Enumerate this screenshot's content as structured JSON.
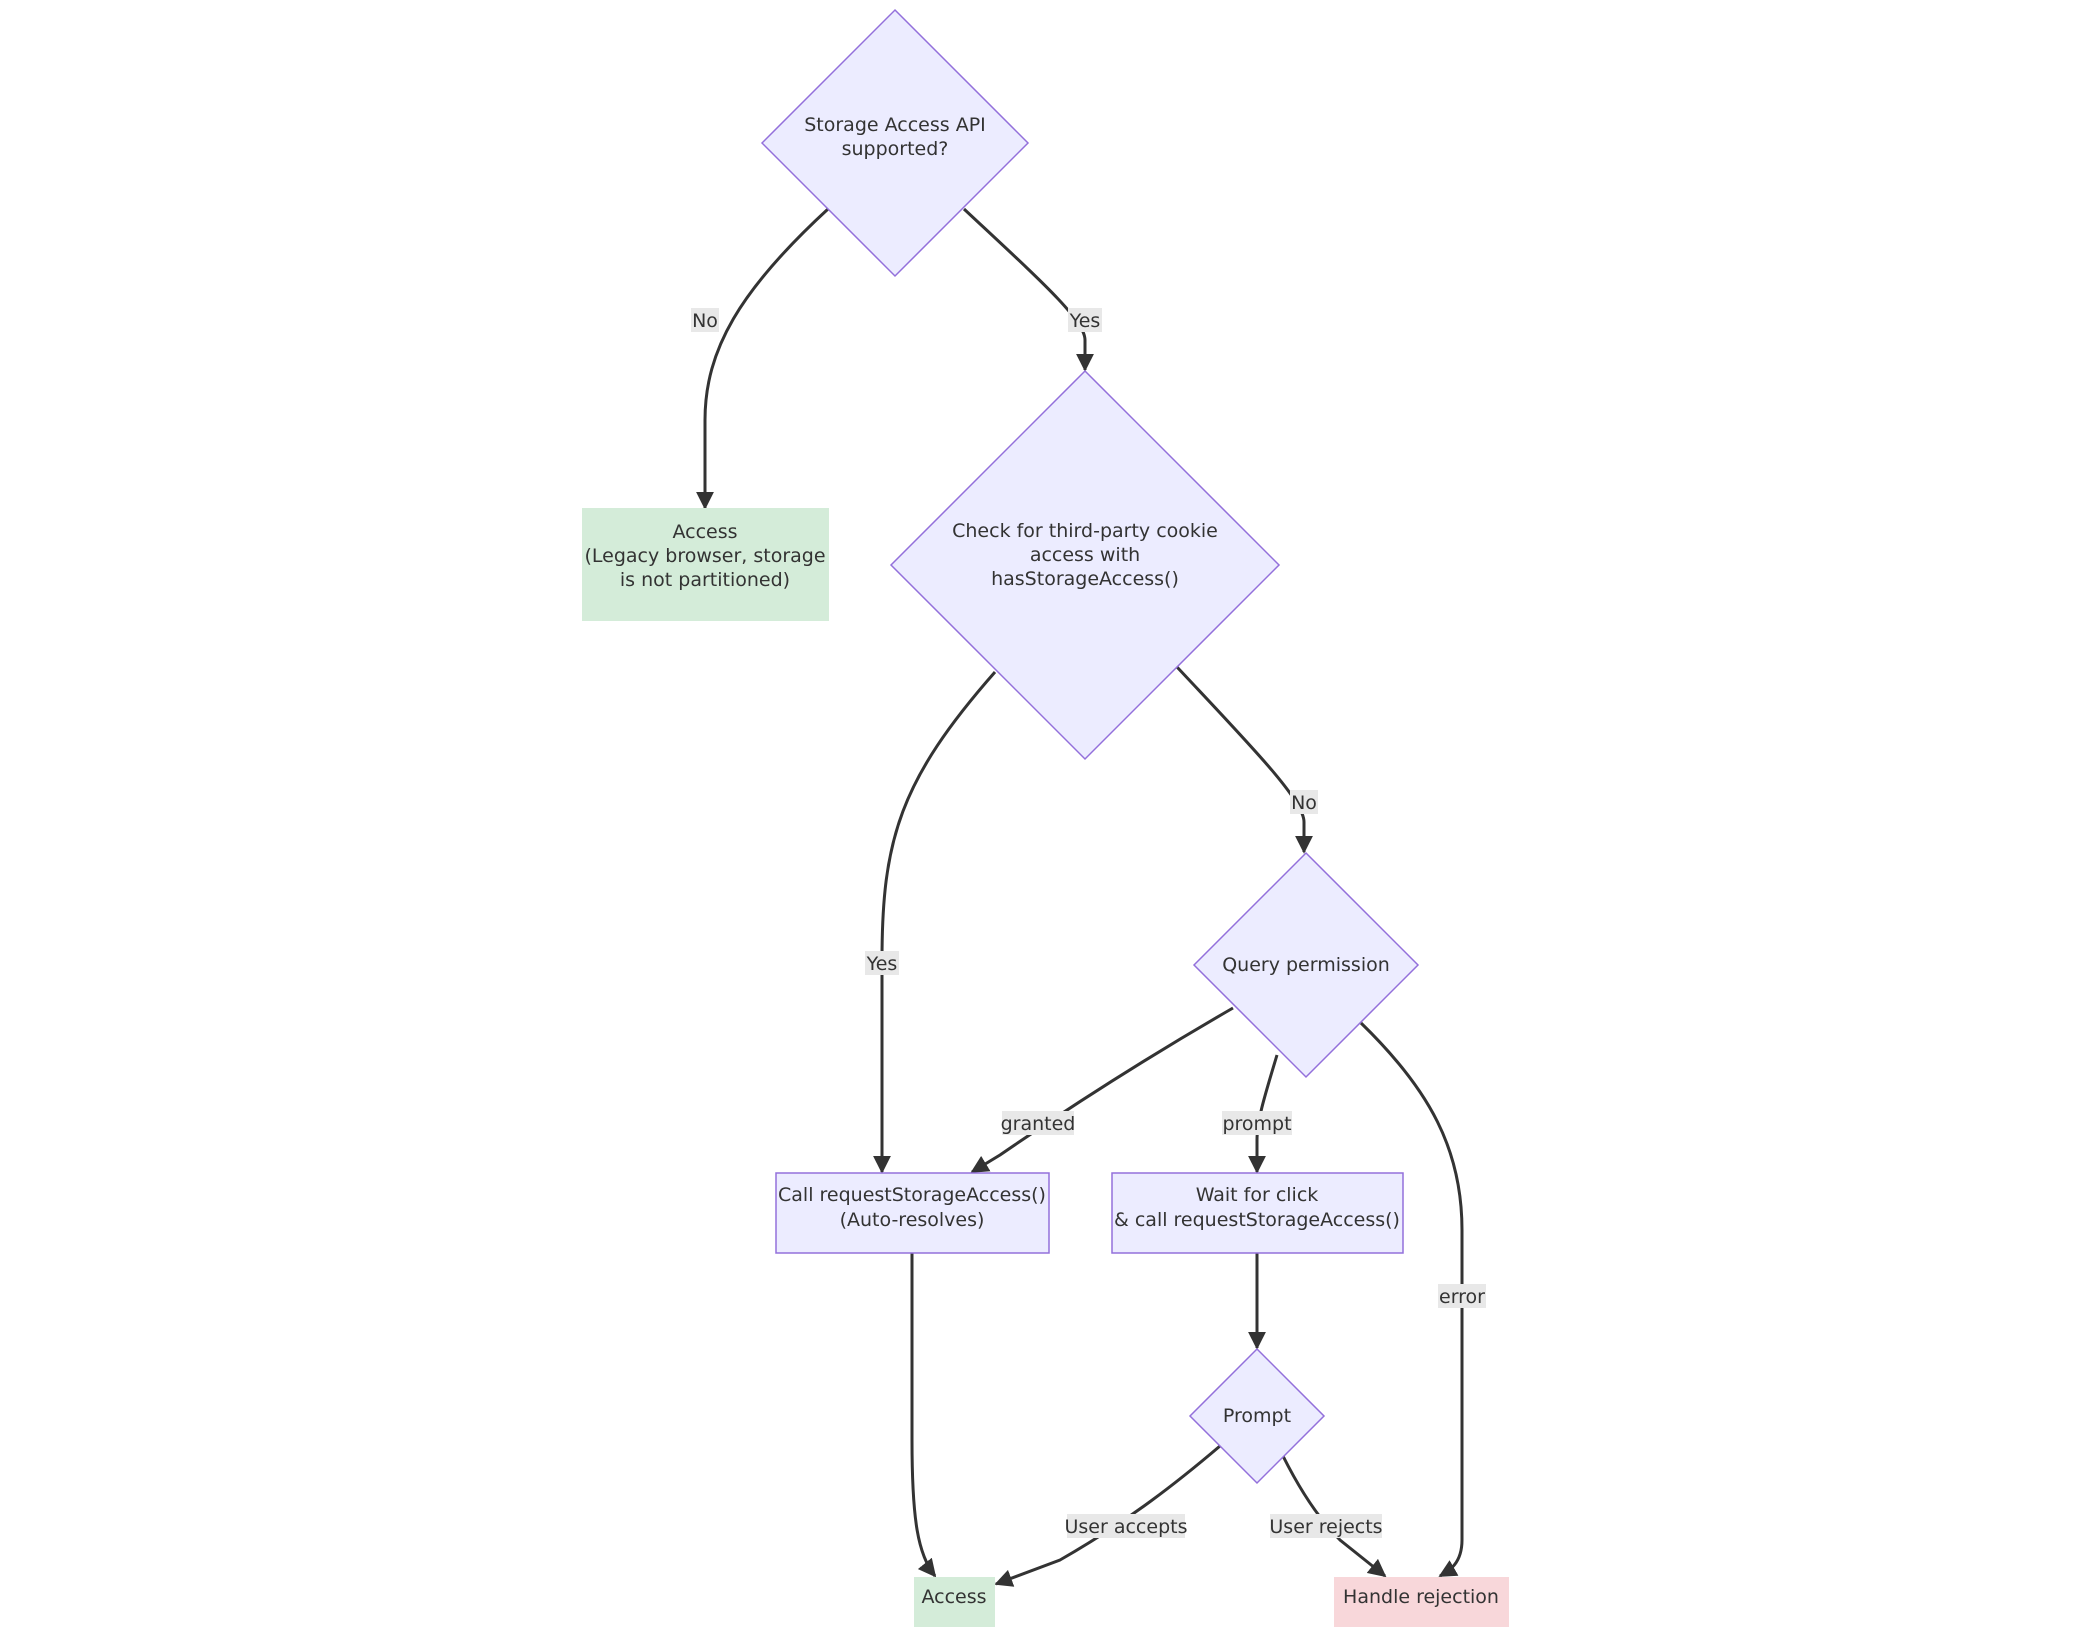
{
  "nodes": {
    "sa_supported": {
      "lines": [
        "Storage Access API",
        "supported?"
      ]
    },
    "access_legacy": {
      "lines": [
        "Access",
        "(Legacy browser, storage",
        "is not partitioned)"
      ]
    },
    "check_cookie": {
      "lines": [
        "Check for third-party cookie",
        "access with",
        "hasStorageAccess()"
      ]
    },
    "query_permission": {
      "lines": [
        "Query permission"
      ]
    },
    "call_rsa": {
      "lines": [
        "Call requestStorageAccess()",
        "(Auto-resolves)"
      ]
    },
    "wait_click": {
      "lines": [
        "Wait for click",
        "& call requestStorageAccess()"
      ]
    },
    "prompt": {
      "lines": [
        "Prompt"
      ]
    },
    "access": {
      "lines": [
        "Access"
      ]
    },
    "handle_rejection": {
      "lines": [
        "Handle rejection"
      ]
    }
  },
  "edges": {
    "sa_no": "No",
    "sa_yes": "Yes",
    "check_yes": "Yes",
    "check_no": "No",
    "granted": "granted",
    "prompt": "prompt",
    "error": "error",
    "user_accepts": "User accepts",
    "user_rejects": "User rejects"
  },
  "colors": {
    "decision_fill": "#ececff",
    "decision_stroke": "#9370db",
    "success_fill": "#d4ecd9",
    "rejection_fill": "#f8d7da",
    "edge_stroke": "#333333",
    "edge_label_bg": "#e8e8e8"
  }
}
